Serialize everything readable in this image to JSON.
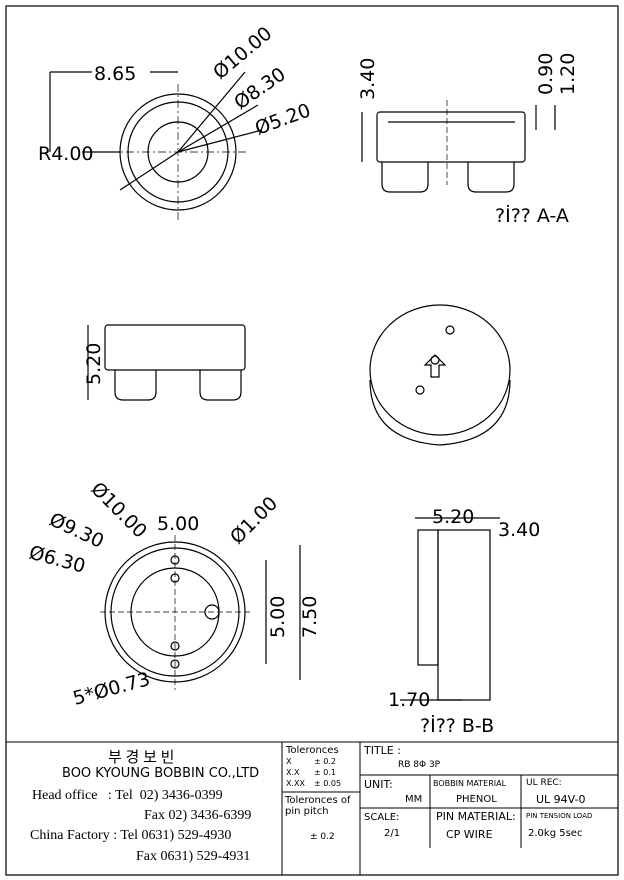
{
  "drawing": {
    "top_view": {
      "d_outer": "Ø10.00",
      "d_mid": "Ø8.30",
      "d_inner": "Ø5.20",
      "width": "8.65",
      "radius": "R4.00"
    },
    "section_aa": {
      "height": "3.40",
      "dim1": "0.90",
      "dim2": "1.20",
      "label": "?İ?? A-A"
    },
    "side_view": {
      "height": "5.20"
    },
    "bottom_view": {
      "d_outer": "Ø10.00",
      "d_mid": "Ø9.30",
      "d_inner": "Ø6.30",
      "pitch_h": "5.00",
      "pin_d": "Ø1.00",
      "pitch_v": "5.00",
      "height": "7.50",
      "holes": "5*Ø0.73"
    },
    "section_bb": {
      "width": "5.20",
      "height": "3.40",
      "dim": "1.70",
      "label": "?İ?? B-B"
    }
  },
  "title_block": {
    "company_kr": "부 경 보 빈",
    "company_en": "BOO KYOUNG BOBBIN CO.,LTD",
    "contacts": [
      "Head office   : Tel  02) 3436-0399",
      "Fax  02) 3436-6399",
      "China Factory : Tel 0631) 529-4930",
      "Fax 0631) 529-4931"
    ],
    "tolerances_label": "Toleronces",
    "tolerances": [
      {
        "k": "X",
        "v": "± 0.2"
      },
      {
        "k": "X.X",
        "v": "± 0.1"
      },
      {
        "k": "X.XX",
        "v": "± 0.05"
      }
    ],
    "pin_pitch_label": "Toleronces of pin pitch",
    "pin_pitch_value": "± 0.2",
    "title_label": "TITLE :",
    "title_value": "RB 8Φ 3P",
    "unit_label": "UNIT:",
    "unit_value": "MM",
    "bobbin_material_label": "BOBBIN MATERIAL",
    "bobbin_material_value": "PHENOL",
    "ul_rec_label": "UL REC:",
    "ul_rec_value": "UL 94V-0",
    "scale_label": "SCALE:",
    "scale_value": "2/1",
    "pin_material_label": "PIN MATERIAL:",
    "pin_material_value": "CP WIRE",
    "pin_tension_label": "PIN TENSION LOAD",
    "pin_tension_value": "2.0kg 5sec"
  }
}
